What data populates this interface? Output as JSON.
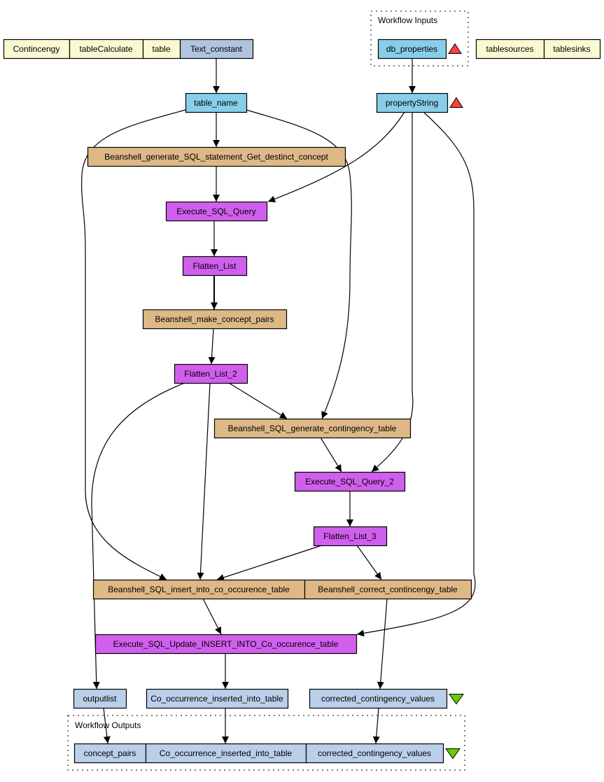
{
  "diagram": {
    "type": "taverna-workflow-graph",
    "colors": {
      "legend_yellow": "#fafad2",
      "constant_blue": "#b0c4de",
      "input_blue": "#87ceeb",
      "beanshell_tan": "#deb887",
      "process_purple": "#d15fee",
      "output_blue": "#b9cfea",
      "input_triangle_red": "#ff4040",
      "output_triangle_green": "#66cd00",
      "stroke": "#000000"
    },
    "clusters": {
      "inputs": {
        "label": "Workflow Inputs"
      },
      "outputs": {
        "label": "Workflow Outputs"
      }
    },
    "legend_left": [
      {
        "id": "leg_contincengy",
        "label": "Contincengy",
        "kind": "legend"
      },
      {
        "id": "leg_tablecalculate",
        "label": "tableCalculate",
        "kind": "legend"
      },
      {
        "id": "leg_table",
        "label": "table",
        "kind": "legend"
      }
    ],
    "legend_right": [
      {
        "id": "leg_tablesources",
        "label": "tablesources",
        "kind": "legend"
      },
      {
        "id": "leg_tablesinks",
        "label": "tablesinks",
        "kind": "legend"
      }
    ],
    "nodes": [
      {
        "id": "text_constant",
        "label": "Text_constant",
        "kind": "constant"
      },
      {
        "id": "db_properties",
        "label": "db_properties",
        "kind": "input",
        "marker": "input-triangle"
      },
      {
        "id": "table_name",
        "label": "table_name",
        "kind": "input"
      },
      {
        "id": "propertyString",
        "label": "propertyString",
        "kind": "input",
        "marker": "input-triangle"
      },
      {
        "id": "bsh_distinct",
        "label": "Beanshell_generate_SQL_statement_Get_destinct_concept",
        "kind": "beanshell"
      },
      {
        "id": "exec_sql",
        "label": "Execute_SQL_Query",
        "kind": "process"
      },
      {
        "id": "flatten1",
        "label": "Flatten_List",
        "kind": "process"
      },
      {
        "id": "bsh_pairs",
        "label": "Beanshell_make_concept_pairs",
        "kind": "beanshell"
      },
      {
        "id": "flatten2",
        "label": "Flatten_List_2",
        "kind": "process"
      },
      {
        "id": "bsh_contingency",
        "label": "Beanshell_SQL_generate_contingency_table",
        "kind": "beanshell"
      },
      {
        "id": "exec_sql2",
        "label": "Execute_SQL_Query_2",
        "kind": "process"
      },
      {
        "id": "flatten3",
        "label": "Flatten_List_3",
        "kind": "process"
      },
      {
        "id": "bsh_insert",
        "label": "Beanshell_SQL_insert_into_co_occurence_table",
        "kind": "beanshell"
      },
      {
        "id": "bsh_correct",
        "label": "Beanshell_correct_contincengy_table",
        "kind": "beanshell"
      },
      {
        "id": "exec_update",
        "label": "Execute_SQL_Update_INSERT_INTO_Co_occurence_table",
        "kind": "process"
      },
      {
        "id": "outputlist",
        "label": "outputlist",
        "kind": "output"
      },
      {
        "id": "co_inserted",
        "label": "Co_occurrence_inserted_into_table",
        "kind": "output"
      },
      {
        "id": "corrected_vals",
        "label": "corrected_contingency_values",
        "kind": "output",
        "marker": "output-triangle"
      },
      {
        "id": "out_concept_pairs",
        "label": "concept_pairs",
        "kind": "output"
      },
      {
        "id": "out_co_inserted",
        "label": "Co_occurrence_inserted_into_table",
        "kind": "output"
      },
      {
        "id": "out_corrected",
        "label": "corrected_contingency_values",
        "kind": "output",
        "marker": "output-triangle"
      }
    ],
    "edges": [
      {
        "from": "text_constant",
        "to": "table_name"
      },
      {
        "from": "db_properties",
        "to": "propertyString"
      },
      {
        "from": "table_name",
        "to": "bsh_distinct"
      },
      {
        "from": "table_name",
        "to": "bsh_insert"
      },
      {
        "from": "table_name",
        "to": "bsh_contingency"
      },
      {
        "from": "propertyString",
        "to": "exec_sql"
      },
      {
        "from": "propertyString",
        "to": "exec_sql2"
      },
      {
        "from": "propertyString",
        "to": "exec_update"
      },
      {
        "from": "bsh_distinct",
        "to": "exec_sql"
      },
      {
        "from": "exec_sql",
        "to": "flatten1"
      },
      {
        "from": "flatten1",
        "to": "bsh_pairs"
      },
      {
        "from": "bsh_pairs",
        "to": "flatten2"
      },
      {
        "from": "flatten2",
        "to": "bsh_contingency"
      },
      {
        "from": "flatten2",
        "to": "bsh_insert"
      },
      {
        "from": "flatten2",
        "to": "outputlist"
      },
      {
        "from": "bsh_contingency",
        "to": "exec_sql2"
      },
      {
        "from": "exec_sql2",
        "to": "flatten3"
      },
      {
        "from": "flatten3",
        "to": "bsh_insert"
      },
      {
        "from": "flatten3",
        "to": "bsh_correct"
      },
      {
        "from": "bsh_insert",
        "to": "exec_update"
      },
      {
        "from": "bsh_correct",
        "to": "corrected_vals"
      },
      {
        "from": "exec_update",
        "to": "co_inserted"
      },
      {
        "from": "outputlist",
        "to": "out_concept_pairs"
      },
      {
        "from": "co_inserted",
        "to": "out_co_inserted"
      },
      {
        "from": "corrected_vals",
        "to": "out_corrected"
      }
    ]
  }
}
